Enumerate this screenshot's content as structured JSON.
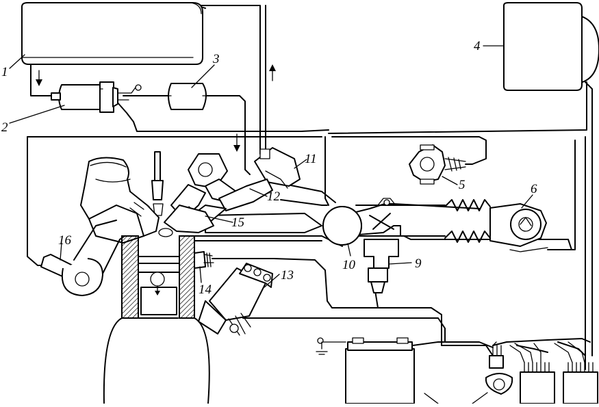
{
  "callouts": [
    "1",
    "2",
    "3",
    "4",
    "5",
    "6",
    "9",
    "10",
    "11",
    "12",
    "13",
    "14",
    "15",
    "16"
  ]
}
